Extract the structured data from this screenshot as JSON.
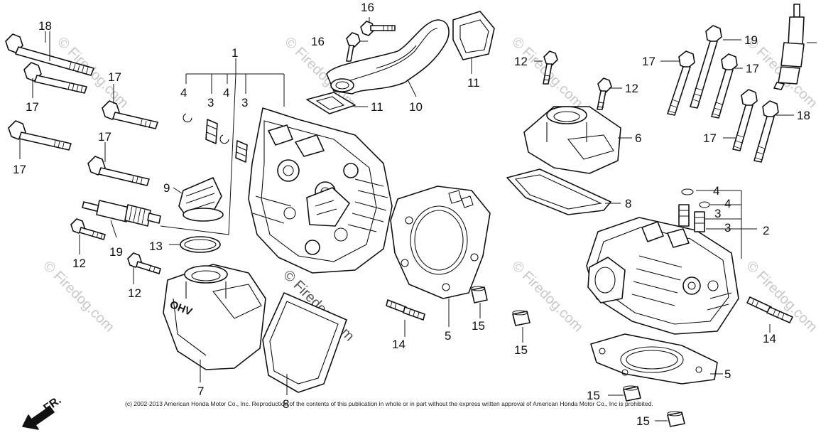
{
  "diagram": {
    "copyright": "(c) 2002-2013 American Honda Motor Co., Inc. Reproduction of the contents of this publication in whole or in part without the express written approval of American Honda Motor Co., Inc is prohibited.",
    "watermark": "© Firedog.com",
    "direction": "FR.",
    "callouts": [
      {
        "id": "c1",
        "label": "1"
      },
      {
        "id": "c2",
        "label": "2"
      },
      {
        "id": "c3a",
        "label": "3"
      },
      {
        "id": "c3b",
        "label": "3"
      },
      {
        "id": "c3c",
        "label": "3"
      },
      {
        "id": "c3d",
        "label": "3"
      },
      {
        "id": "c4a",
        "label": "4"
      },
      {
        "id": "c4b",
        "label": "4"
      },
      {
        "id": "c4c",
        "label": "4"
      },
      {
        "id": "c4d",
        "label": "4"
      },
      {
        "id": "c5a",
        "label": "5"
      },
      {
        "id": "c5b",
        "label": "5"
      },
      {
        "id": "c6",
        "label": "6"
      },
      {
        "id": "c7",
        "label": "7"
      },
      {
        "id": "c8a",
        "label": "8"
      },
      {
        "id": "c8b",
        "label": "8"
      },
      {
        "id": "c9",
        "label": "9"
      },
      {
        "id": "c10",
        "label": "10"
      },
      {
        "id": "c11a",
        "label": "11"
      },
      {
        "id": "c11b",
        "label": "11"
      },
      {
        "id": "c12a",
        "label": "12"
      },
      {
        "id": "c12b",
        "label": "12"
      },
      {
        "id": "c12c",
        "label": "12"
      },
      {
        "id": "c12d",
        "label": "12"
      },
      {
        "id": "c13",
        "label": "13"
      },
      {
        "id": "c14a",
        "label": "14"
      },
      {
        "id": "c14b",
        "label": "14"
      },
      {
        "id": "c15a",
        "label": "15"
      },
      {
        "id": "c15b",
        "label": "15"
      },
      {
        "id": "c15c",
        "label": "15"
      },
      {
        "id": "c15d",
        "label": "15"
      },
      {
        "id": "c16a",
        "label": "16"
      },
      {
        "id": "c16b",
        "label": "16"
      },
      {
        "id": "c17a",
        "label": "17"
      },
      {
        "id": "c17b",
        "label": "17"
      },
      {
        "id": "c17c",
        "label": "17"
      },
      {
        "id": "c17d",
        "label": "17"
      },
      {
        "id": "c17e",
        "label": "17"
      },
      {
        "id": "c17f",
        "label": "17"
      },
      {
        "id": "c17g",
        "label": "17"
      },
      {
        "id": "c18a",
        "label": "18"
      },
      {
        "id": "c18b",
        "label": "18"
      },
      {
        "id": "c19a",
        "label": "19"
      },
      {
        "id": "c19b",
        "label": "19"
      }
    ]
  }
}
